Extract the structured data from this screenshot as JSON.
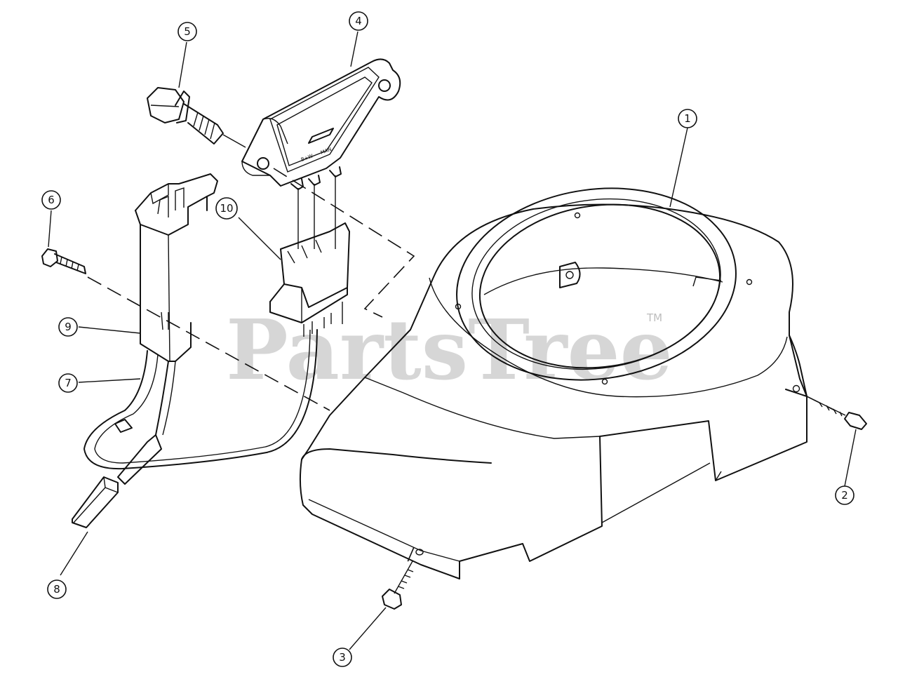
{
  "watermark": {
    "text": "PartsTree",
    "mark": "TM"
  },
  "callouts": [
    {
      "id": "callout-1",
      "label": "1"
    },
    {
      "id": "callout-2",
      "label": "2"
    },
    {
      "id": "callout-3",
      "label": "3"
    },
    {
      "id": "callout-4",
      "label": "4"
    },
    {
      "id": "callout-5",
      "label": "5"
    },
    {
      "id": "callout-6",
      "label": "6"
    },
    {
      "id": "callout-7",
      "label": "7"
    },
    {
      "id": "callout-8",
      "label": "8"
    },
    {
      "id": "callout-9",
      "label": "9"
    },
    {
      "id": "callout-10",
      "label": "10"
    }
  ],
  "regulator_terminal_labels": {
    "left": "B+W",
    "right": "MAN"
  }
}
